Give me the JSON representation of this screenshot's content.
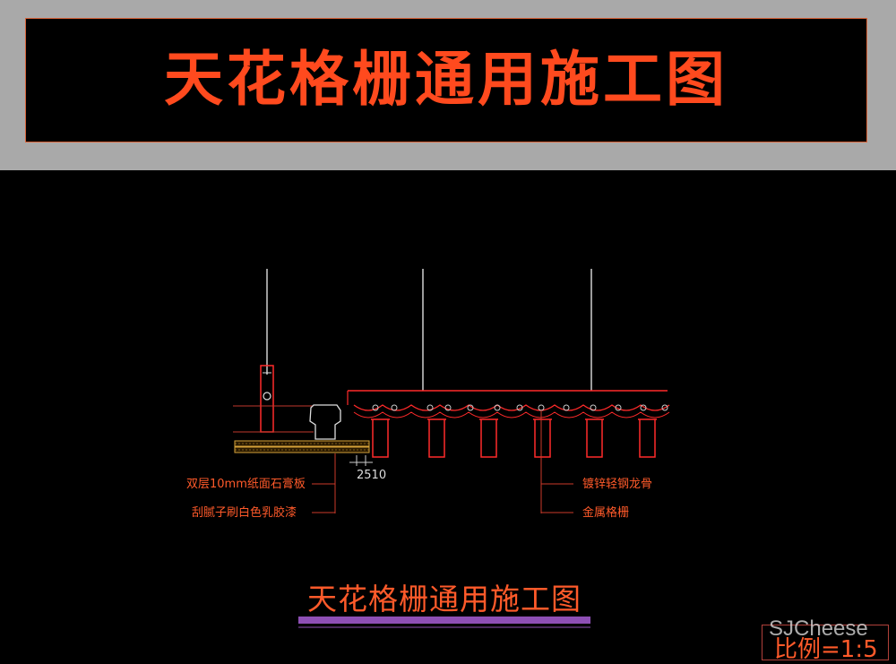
{
  "header": {
    "title": "天花格栅通用施工图"
  },
  "drawing": {
    "labels": {
      "gypsum_board": "双层10mm纸面石膏板",
      "paint": "刮腻子刷白色乳胶漆",
      "dimension": "2510",
      "keel": "镀锌轻钢龙骨",
      "grille": "金属格栅"
    },
    "subtitle": "天花格栅通用施工图",
    "scale": "比例=1:5"
  },
  "watermark": "SJCheese",
  "colors": {
    "title": "#ff4a1e",
    "line": "#ff2a2a",
    "underline": "#8e4fb5",
    "band": "#a9a9a9"
  }
}
